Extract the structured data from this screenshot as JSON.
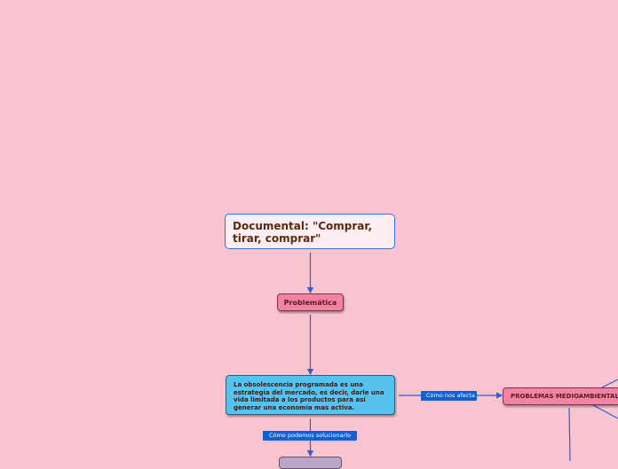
{
  "nodes": {
    "title": "Documental: \"Comprar, tirar, comprar\"",
    "problematica": "Problemática",
    "obsolescencia": "La obsolescencia programada es una estrategia del mercado, es decir, darle una vida limitada a los productos para así generar una economía mas activa.",
    "problemas_medioambientales": "PROBLEMAS MEDIOAMBIENTALES"
  },
  "connectors": {
    "como_nos_afecta": "Cómo nos afecta",
    "como_podemos_solucionarlo": "Cómo podemos solucionarlo"
  },
  "colors": {
    "background": "#f9c4d0",
    "line": "#2a5fd0",
    "pink_node": "#f283a5",
    "blue_node": "#56c2ef",
    "label_bg": "#1060d0"
  }
}
